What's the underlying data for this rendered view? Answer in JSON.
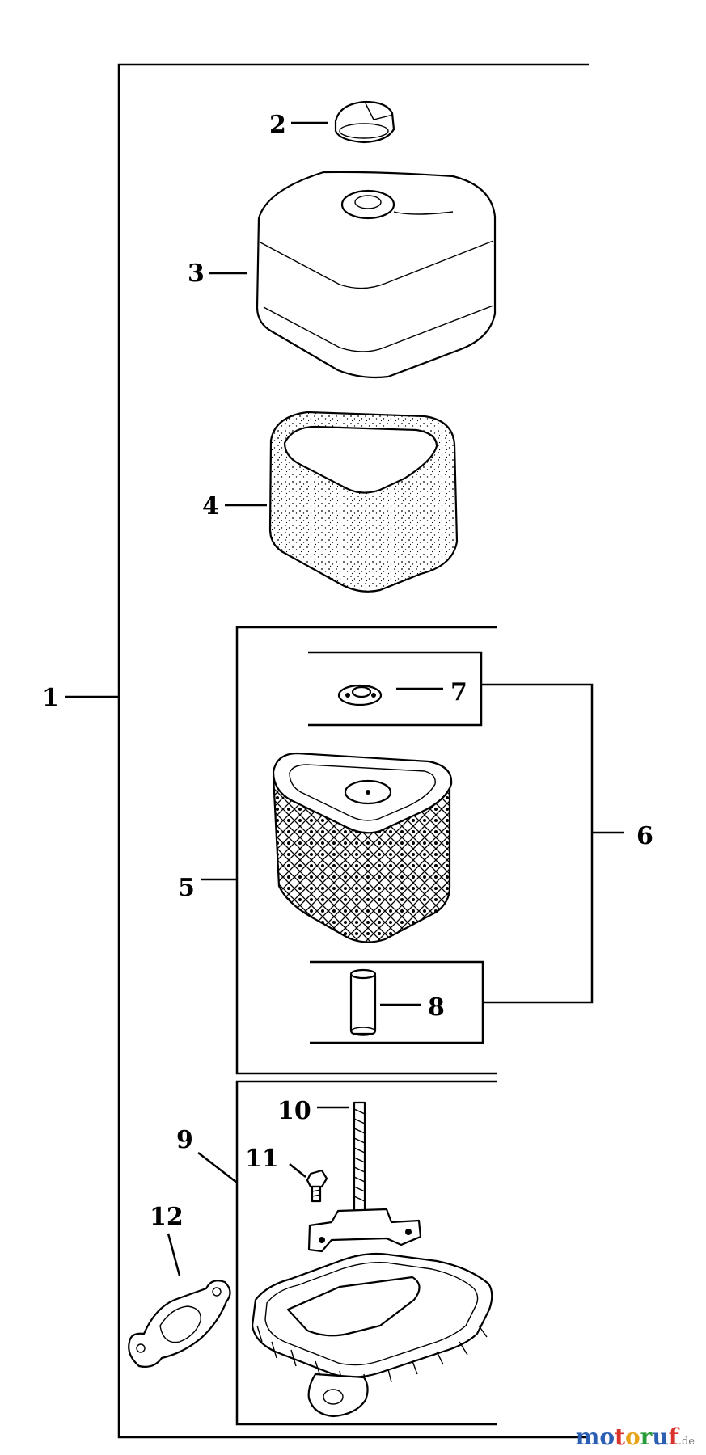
{
  "callouts": [
    "1",
    "2",
    "3",
    "4",
    "5",
    "6",
    "7",
    "8",
    "9",
    "10",
    "11",
    "12"
  ],
  "watermark": {
    "text": "motoruf",
    "suffix": ".de",
    "letter_colors": [
      "#2b5fb3",
      "#2b5fb3",
      "#d9342b",
      "#e8a317",
      "#2b9c3a",
      "#2b5fb3",
      "#d9342b"
    ]
  },
  "parts": [
    {
      "callout": "2",
      "icon": "knob-icon"
    },
    {
      "callout": "3",
      "icon": "air-cleaner-cover-icon"
    },
    {
      "callout": "4",
      "icon": "foam-precleaner-icon"
    },
    {
      "callout": "5",
      "icon": "paper-filter-kit-icon"
    },
    {
      "callout": "6",
      "icon": "bracket-icon"
    },
    {
      "callout": "7",
      "icon": "wing-nut-icon"
    },
    {
      "callout": "8",
      "icon": "spacer-sleeve-icon"
    },
    {
      "callout": "9",
      "icon": "air-cleaner-base-icon"
    },
    {
      "callout": "10",
      "icon": "stud-icon"
    },
    {
      "callout": "11",
      "icon": "screw-icon"
    },
    {
      "callout": "12",
      "icon": "gasket-icon"
    }
  ]
}
